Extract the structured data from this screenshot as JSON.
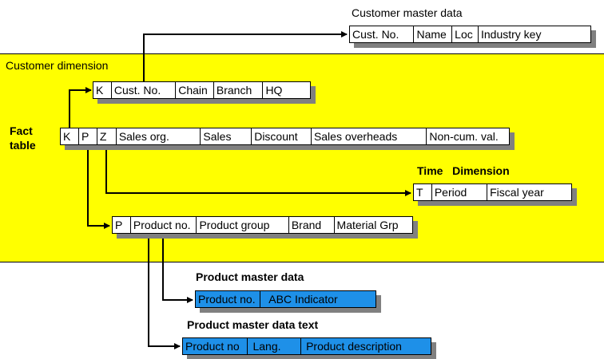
{
  "customer_master": {
    "title": "Customer master data",
    "cells": [
      "Cust. No.",
      "Name",
      "Loc",
      "Industry key"
    ]
  },
  "customer_dimension": {
    "title": "Customer dimension",
    "cells": [
      "K",
      "Cust. No.",
      "Chain",
      "Branch",
      "HQ"
    ]
  },
  "fact_table": {
    "title": "Fact\ntable",
    "cells": [
      "K",
      "P",
      "Z",
      "Sales org.",
      "Sales",
      "Discount",
      "Sales overheads",
      "Non-cum. val."
    ]
  },
  "time_dimension": {
    "title": "Time   Dimension",
    "cells": [
      "T",
      "Period",
      "Fiscal year"
    ]
  },
  "product_dimension": {
    "cells": [
      "P",
      "Product no.",
      "Product group",
      "Brand",
      "Material Grp"
    ]
  },
  "product_master": {
    "title": "Product master data",
    "cells": [
      "Product no.",
      "ABC Indicator"
    ]
  },
  "product_master_text": {
    "title": "Product master data text",
    "cells": [
      "Product no",
      "Lang.",
      "Product description"
    ]
  },
  "colors": {
    "band": "#ffff00",
    "master_table": "#1e90e8",
    "shadow": "#808080"
  }
}
